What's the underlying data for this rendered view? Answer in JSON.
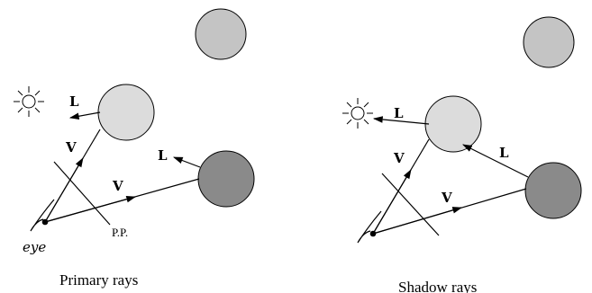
{
  "panels": [
    {
      "caption": "Primary rays",
      "labels": {
        "L1": "L",
        "V1": "V",
        "L2": "L",
        "V2": "V",
        "eye": "eye",
        "pp": "P.P."
      }
    },
    {
      "caption": "Shadow rays",
      "labels": {
        "L1": "L",
        "V1": "V",
        "L2": "L",
        "V2": "V"
      }
    }
  ],
  "colors": {
    "sphere_light": "#dcdcdc",
    "sphere_mid": "#c4c4c4",
    "sphere_dark": "#8a8a8a",
    "stroke": "#000000"
  },
  "icons": [
    "sun-icon",
    "eye-icon"
  ]
}
